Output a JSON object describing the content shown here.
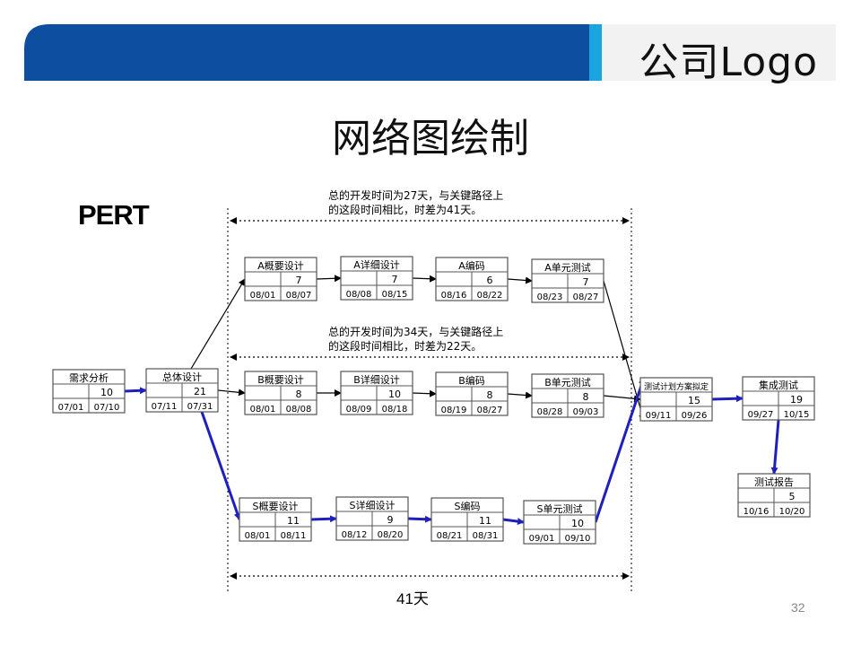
{
  "header": {
    "logo_text": "公司Logo"
  },
  "title": "网络图绘制",
  "pert_label": "PERT",
  "annotations": {
    "top": [
      "总的开发时间为27天，与关键路径上",
      "的这段时间相比，时差为41天。"
    ],
    "middle": [
      "总的开发时间为34天，与关键路径上",
      "的这段时间相比，时差为22天。"
    ]
  },
  "total_label": "41天",
  "page_number": "32",
  "colors": {
    "banner_blue": "#0d4ea0",
    "banner_cyan": "#19a6e0",
    "arrow_blue": "#1f1fbf",
    "node_border": "#555555"
  },
  "nodes": [
    {
      "id": "req",
      "name": "需求分析",
      "duration": "10",
      "start": "07/01",
      "end": "07/10"
    },
    {
      "id": "ovr",
      "name": "总体设计",
      "duration": "21",
      "start": "07/11",
      "end": "07/31"
    },
    {
      "id": "a1",
      "name": "A概要设计",
      "duration": "7",
      "start": "08/01",
      "end": "08/07"
    },
    {
      "id": "a2",
      "name": "A详细设计",
      "duration": "7",
      "start": "08/08",
      "end": "08/15"
    },
    {
      "id": "a3",
      "name": "A编码",
      "duration": "6",
      "start": "08/16",
      "end": "08/22"
    },
    {
      "id": "a4",
      "name": "A单元测试",
      "duration": "7",
      "start": "08/23",
      "end": "08/27"
    },
    {
      "id": "b1",
      "name": "B概要设计",
      "duration": "8",
      "start": "08/01",
      "end": "08/08"
    },
    {
      "id": "b2",
      "name": "B详细设计",
      "duration": "10",
      "start": "08/09",
      "end": "08/18"
    },
    {
      "id": "b3",
      "name": "B编码",
      "duration": "8",
      "start": "08/19",
      "end": "08/27"
    },
    {
      "id": "b4",
      "name": "B单元测试",
      "duration": "8",
      "start": "08/28",
      "end": "09/03"
    },
    {
      "id": "s1",
      "name": "S概要设计",
      "duration": "11",
      "start": "08/01",
      "end": "08/11"
    },
    {
      "id": "s2",
      "name": "S详细设计",
      "duration": "9",
      "start": "08/12",
      "end": "08/20"
    },
    {
      "id": "s3",
      "name": "S编码",
      "duration": "11",
      "start": "08/21",
      "end": "08/31"
    },
    {
      "id": "s4",
      "name": "S单元测试",
      "duration": "10",
      "start": "09/01",
      "end": "09/10"
    },
    {
      "id": "tp",
      "name": "测试计划方案拟定",
      "duration": "15",
      "start": "09/11",
      "end": "09/26"
    },
    {
      "id": "it",
      "name": "集成测试",
      "duration": "19",
      "start": "09/27",
      "end": "10/15"
    },
    {
      "id": "tr",
      "name": "测试报告",
      "duration": "5",
      "start": "10/16",
      "end": "10/20"
    }
  ],
  "edges": [
    {
      "from": "req",
      "to": "ovr",
      "critical": true
    },
    {
      "from": "ovr",
      "to": "a1",
      "critical": false
    },
    {
      "from": "ovr",
      "to": "b1",
      "critical": false
    },
    {
      "from": "ovr",
      "to": "s1",
      "critical": true
    },
    {
      "from": "a1",
      "to": "a2",
      "critical": false
    },
    {
      "from": "a2",
      "to": "a3",
      "critical": false
    },
    {
      "from": "a3",
      "to": "a4",
      "critical": false
    },
    {
      "from": "a4",
      "to": "tp",
      "critical": false
    },
    {
      "from": "b1",
      "to": "b2",
      "critical": false
    },
    {
      "from": "b2",
      "to": "b3",
      "critical": false
    },
    {
      "from": "b3",
      "to": "b4",
      "critical": false
    },
    {
      "from": "b4",
      "to": "tp",
      "critical": false
    },
    {
      "from": "s1",
      "to": "s2",
      "critical": true
    },
    {
      "from": "s2",
      "to": "s3",
      "critical": true
    },
    {
      "from": "s3",
      "to": "s4",
      "critical": true
    },
    {
      "from": "s4",
      "to": "tp",
      "critical": true
    },
    {
      "from": "tp",
      "to": "it",
      "critical": true
    },
    {
      "from": "it",
      "to": "tr",
      "critical": true
    }
  ]
}
